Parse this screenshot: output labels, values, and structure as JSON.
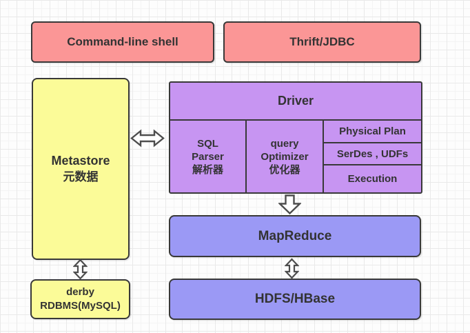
{
  "colors": {
    "pink_box": "#fb9696",
    "purple_box": "#c795f2",
    "blue_box": "#9b99f5",
    "yellow_box": "#fbfb98",
    "box_border": "#383838",
    "text": "#333333",
    "arrow_fill": "#ffffff",
    "arrow_stroke": "#4d4d4d",
    "canvas_grid": "#e9e9e9"
  },
  "nodes": {
    "command_line_shell": {
      "label": "Command-line shell"
    },
    "thrift_jdbc": {
      "label": "Thrift/JDBC"
    },
    "metastore": {
      "label": "Metastore",
      "sublabel": "元数据"
    },
    "driver": {
      "label": "Driver",
      "sql_parser": {
        "line1": "SQL",
        "line2": "Parser",
        "line3": "解析器"
      },
      "query_optimizer": {
        "line1": "query",
        "line2": "Optimizer",
        "line3": "优化器"
      },
      "physical_plan": {
        "label": "Physical Plan"
      },
      "serdes_udfs": {
        "label": "SerDes , UDFs"
      },
      "execution": {
        "label": "Execution"
      }
    },
    "mapreduce": {
      "label": "MapReduce"
    },
    "hdfs_hbase": {
      "label": "HDFS/HBase"
    },
    "derby_rdbms": {
      "line1": "derby",
      "line2": "RDBMS(MySQL)"
    }
  },
  "arrows": {
    "metastore_driver": "double-horizontal",
    "driver_mapreduce": "down",
    "mapreduce_hdfs": "double-vertical",
    "metastore_derby": "double-vertical"
  }
}
